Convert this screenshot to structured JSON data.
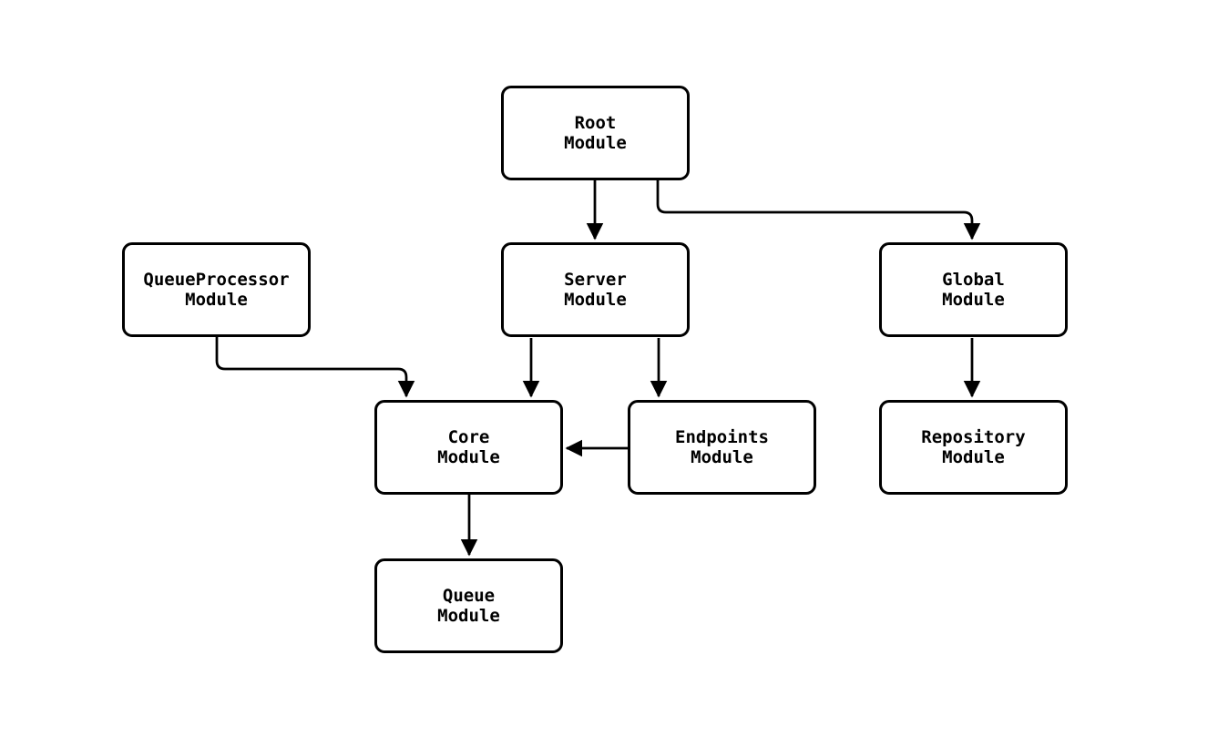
{
  "diagram": {
    "type": "module-dependency-flowchart",
    "background_color": "#ffffff",
    "node_fill_color": "#ffffff",
    "line_color": "#000000",
    "text_color": "#000000",
    "nodes": [
      {
        "id": "root",
        "label": "Root\nModule"
      },
      {
        "id": "queueprocessor",
        "label": "QueueProcessor\nModule"
      },
      {
        "id": "server",
        "label": "Server\nModule"
      },
      {
        "id": "global",
        "label": "Global\nModule"
      },
      {
        "id": "core",
        "label": "Core\nModule"
      },
      {
        "id": "endpoints",
        "label": "Endpoints\nModule"
      },
      {
        "id": "repository",
        "label": "Repository\nModule"
      },
      {
        "id": "queue",
        "label": "Queue\nModule"
      }
    ],
    "edges": [
      {
        "from": "root",
        "to": "server"
      },
      {
        "from": "root",
        "to": "global"
      },
      {
        "from": "queueprocessor",
        "to": "core"
      },
      {
        "from": "server",
        "to": "core"
      },
      {
        "from": "server",
        "to": "endpoints"
      },
      {
        "from": "endpoints",
        "to": "core"
      },
      {
        "from": "global",
        "to": "repository"
      },
      {
        "from": "core",
        "to": "queue"
      }
    ]
  }
}
